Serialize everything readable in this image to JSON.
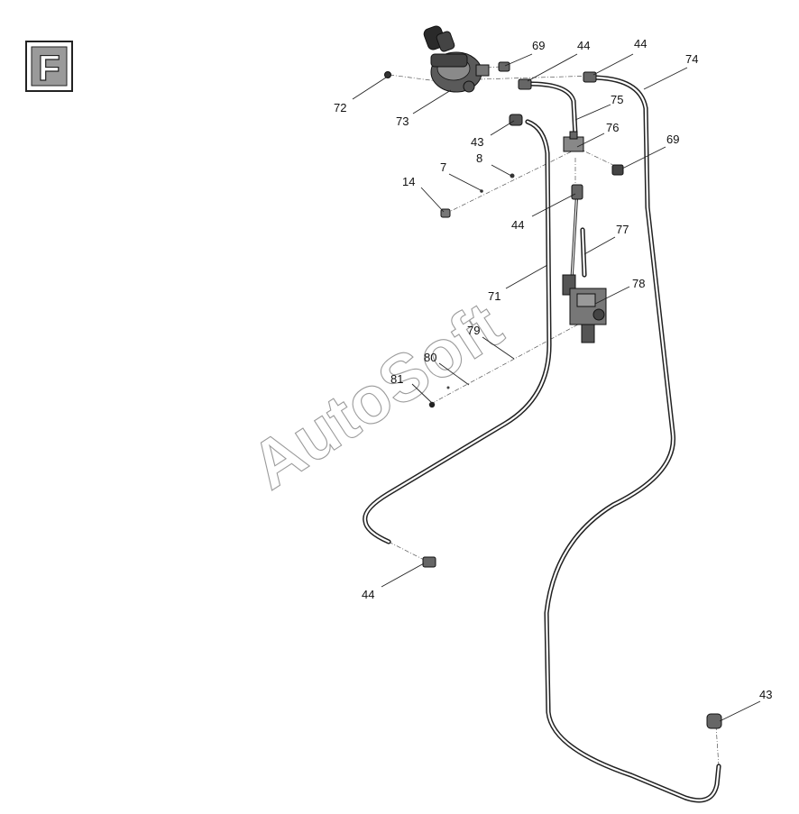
{
  "section_letter": "F",
  "watermark": "AutoSoft",
  "callouts": [
    {
      "id": "c72",
      "text": "72"
    },
    {
      "id": "c73",
      "text": "73"
    },
    {
      "id": "c69a",
      "text": "69"
    },
    {
      "id": "c44a",
      "text": "44"
    },
    {
      "id": "c44b",
      "text": "44"
    },
    {
      "id": "c74",
      "text": "74"
    },
    {
      "id": "c75",
      "text": "75"
    },
    {
      "id": "c76",
      "text": "76"
    },
    {
      "id": "c69b",
      "text": "69"
    },
    {
      "id": "c43a",
      "text": "43"
    },
    {
      "id": "c8",
      "text": "8"
    },
    {
      "id": "c7",
      "text": "7"
    },
    {
      "id": "c14",
      "text": "14"
    },
    {
      "id": "c44c",
      "text": "44"
    },
    {
      "id": "c77",
      "text": "77"
    },
    {
      "id": "c71",
      "text": "71"
    },
    {
      "id": "c78",
      "text": "78"
    },
    {
      "id": "c79",
      "text": "79"
    },
    {
      "id": "c80",
      "text": "80"
    },
    {
      "id": "c81",
      "text": "81"
    },
    {
      "id": "c44d",
      "text": "44"
    },
    {
      "id": "c43b",
      "text": "43"
    }
  ]
}
